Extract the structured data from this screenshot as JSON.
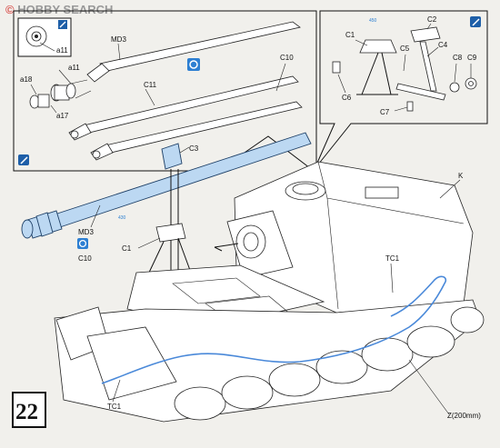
{
  "watermark": {
    "brand": "HOBBY SEARCH",
    "mark": "©"
  },
  "step_number": "22",
  "inset_left": {
    "labels": {
      "a11_top": "a11",
      "a11_mid": "a11",
      "a18": "a18",
      "a17": "a17",
      "md3": "MD3",
      "c11": "C11",
      "c10": "C10"
    }
  },
  "inset_right": {
    "labels": {
      "c1": "C1",
      "c2": "C2",
      "c4": "C4",
      "c5": "C5",
      "c6": "C6",
      "c7": "C7",
      "c8": "C8",
      "c9": "C9"
    },
    "ref_mark": "450"
  },
  "main": {
    "labels": {
      "c3": "C3",
      "c1": "C1",
      "md3": "MD3",
      "c10": "C10",
      "k": "K",
      "tc1_right": "TC1",
      "tc1_left": "TC1",
      "z": "Z(200mm)"
    },
    "ref_mark": "430"
  },
  "colors": {
    "accent_blue": "#4a89d9",
    "part_blue": "#bcd8f2",
    "watermark_red": "#d9534f"
  }
}
